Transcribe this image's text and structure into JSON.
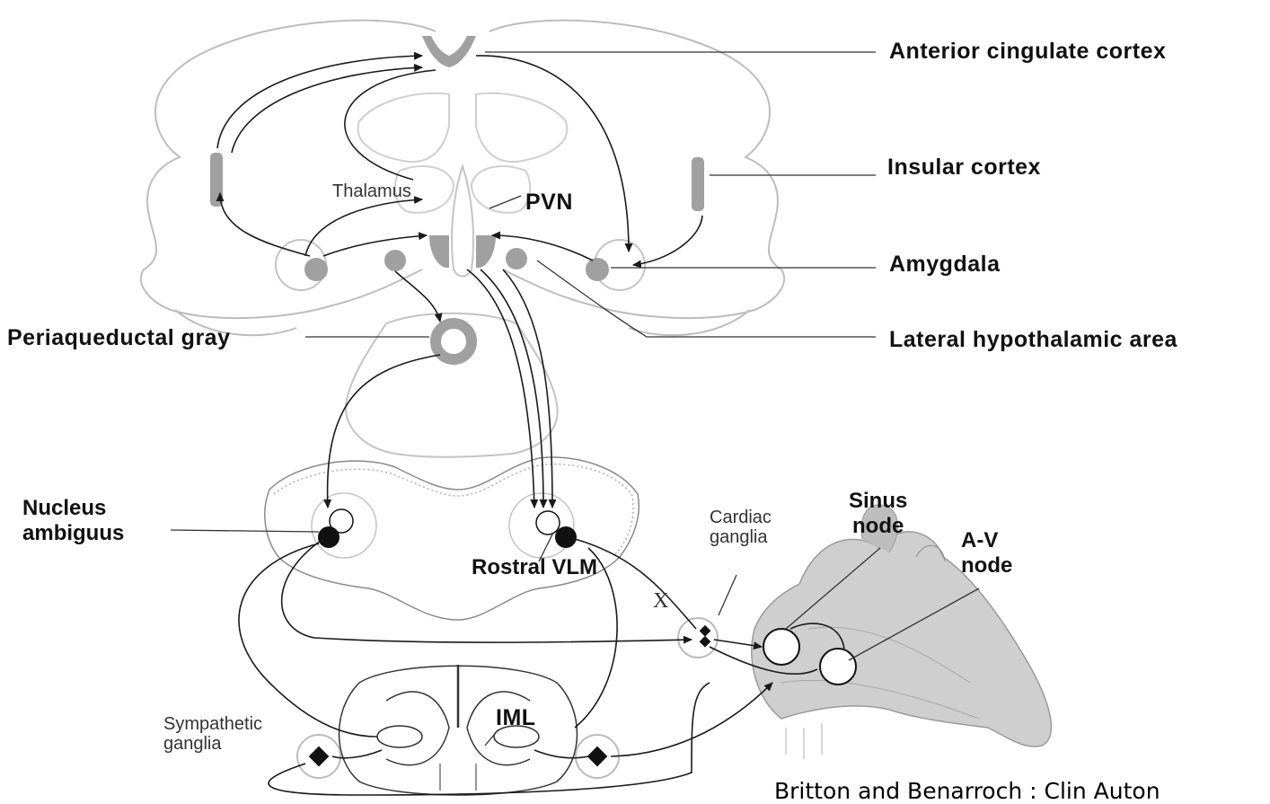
{
  "labels": {
    "anterior_cingulate": "Anterior cingulate cortex",
    "insular": "Insular cortex",
    "amygdala": "Amygdala",
    "lateral_hypothalamic": "Lateral hypothalamic area",
    "periaqueductal": "Periaqueductal gray",
    "thalamus": "Thalamus",
    "pvn": "PVN",
    "nucleus_line1": "Nucleus",
    "nucleus_line2": "ambiguus",
    "rostral_vlm": "Rostral VLM",
    "cardiac_line1": "Cardiac",
    "cardiac_line2": "ganglia",
    "sinus_line1": "Sinus",
    "sinus_line2": "node",
    "av_line1": "A-V",
    "av_line2": "node",
    "x_nerve": "X",
    "sympathetic_line1": "Sympathetic",
    "sympathetic_line2": "ganglia",
    "iml": "IML"
  },
  "credit": "Britton and Benarroch : Clin Auton",
  "colors": {
    "structure_fill": "#a0a0a0",
    "outline": "#b4b4b4",
    "pathway": "#1a1a1a",
    "heart": "#c8c8c8"
  }
}
